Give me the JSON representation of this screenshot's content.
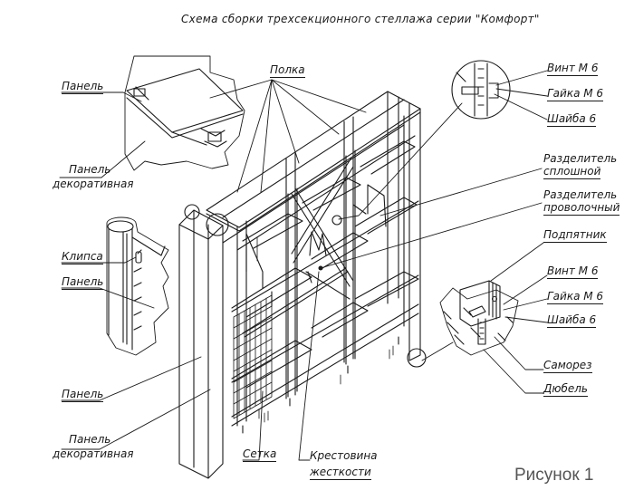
{
  "title": "Схема сборки трехсекционного стеллажа серии  \"Комфорт\"",
  "figure_caption": "Рисунок 1",
  "labels": {
    "shelf": "Полка",
    "panel_top": "Панель",
    "decorative_top_line1": "Панель",
    "decorative_top_line2": "декоративная",
    "clip": "Клипса",
    "panel_mid": "Панель",
    "panel_low": "Панель",
    "decorative_bottom_line1": "Панель",
    "decorative_bottom_line2": "декоративная",
    "mesh": "Сетка",
    "brace_line1": "Крестовина",
    "brace_line2": "жесткости",
    "screw_top": "Винт М 6",
    "nut_top": "Гайка М 6",
    "washer_top": "Шайба 6",
    "solid_divider_line1": "Разделитель",
    "solid_divider_line2": "сплошной",
    "wire_divider_line1": "Разделитель",
    "wire_divider_line2": "проволочный",
    "foot_pad": "Подпятник",
    "screw_bottom": "Винт М 6",
    "nut_bottom": "Гайка М 6",
    "washer_bottom": "Шайба 6",
    "self_tapping_screw": "Саморез",
    "dowel": "Дюбель"
  }
}
